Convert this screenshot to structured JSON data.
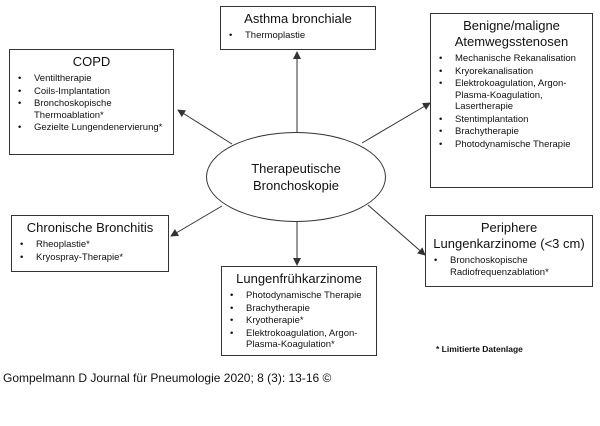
{
  "center": {
    "line1": "Therapeutische",
    "line2": "Bronchoskopie"
  },
  "boxes": {
    "asthma": {
      "title": "Asthma bronchiale",
      "items": [
        "Thermoplastie"
      ]
    },
    "copd": {
      "title": "COPD",
      "items": [
        "Ventiltherapie",
        "Coils-Implantation",
        "Bronchoskopische Thermoablation*",
        "Gezielte Lungendenervierung*"
      ]
    },
    "stenosen": {
      "title_line1": "Benigne/maligne",
      "title_line2": "Atemwegsstenosen",
      "items": [
        "Mechanische Rekanalisation",
        "Kryorekanalisation",
        "Elektrokoagulation, Argon-Plasma-Koagulation, Lasertherapie",
        "Stentimplantation",
        "Brachytherapie",
        "Photodynamische Therapie"
      ]
    },
    "bronchitis": {
      "title": "Chronische Bronchitis",
      "items": [
        "Rheoplastie*",
        "Kryospray-Therapie*"
      ]
    },
    "peripher": {
      "title_line1": "Periphere",
      "title_line2": "Lungenkarzinome (<3 cm)",
      "items": [
        "Bronchoskopische Radiofrequenzablation*"
      ]
    },
    "frueh": {
      "title": "Lungenfrühkarzinome",
      "items": [
        "Photodynamische Therapie",
        "Brachytherapie",
        "Kryotherapie*",
        "Elektrokoagulation, Argon-Plasma-Koagulation*"
      ]
    }
  },
  "bullet": "•",
  "footnote": "* Limitierte Datenlage",
  "citation": "Gompelmann D Journal für Pneumologie 2020; 8 (3): 13-16 ©"
}
